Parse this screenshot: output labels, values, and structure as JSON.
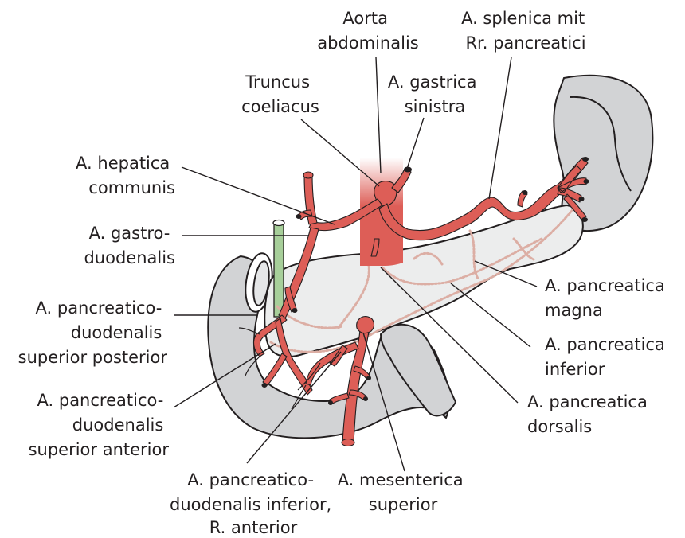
{
  "colors": {
    "artery": "#dd5e57",
    "artery_dark": "#b3423c",
    "organ_fill": "#d2d3d5",
    "pancreas_fill": "#eceded",
    "outline": "#231f20",
    "intra_pancreatic_vessel": "#dcaea4",
    "bile_duct": "#a7cf9a"
  },
  "labels": {
    "aorta": [
      "Aorta",
      "abdominalis"
    ],
    "splenica": [
      "A. splenica mit",
      "Rr. pancreatici"
    ],
    "truncus": [
      "Truncus",
      "coeliacus"
    ],
    "gastrica": [
      "A. gastrica",
      "sinistra"
    ],
    "hepatica": [
      "A. hepatica",
      "communis"
    ],
    "gastroduodenalis": [
      "A. gastro-",
      "duodenalis"
    ],
    "pd_sup_post": [
      "A. pancreatico-",
      "duodenalis",
      "superior posterior"
    ],
    "pd_sup_ant": [
      "A. pancreatico-",
      "duodenalis",
      "superior anterior"
    ],
    "pd_inf_ant": [
      "A. pancreatico-",
      "duodenalis inferior,",
      "R. anterior"
    ],
    "mesenterica": [
      "A. mesenterica",
      "superior"
    ],
    "magna": [
      "A. pancreatica",
      "magna"
    ],
    "inferior": [
      "A. pancreatica",
      "inferior"
    ],
    "dorsalis": [
      "A. pancreatica",
      "dorsalis"
    ]
  }
}
